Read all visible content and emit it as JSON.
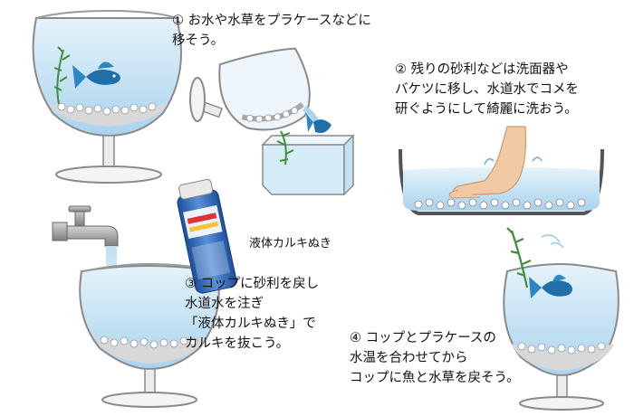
{
  "steps": [
    {
      "text": "① お水や水草をプラケースなどに\n移そう。"
    },
    {
      "text": "② 残りの砂利などは洗面器や\nバケツに移し、水道水でコメを\n研ぐようにして綺麗に洗おう。"
    },
    {
      "text": "③ コップに砂利を戻し\n水道水を注ぎ\n「液体カルキぬき」で\nカルキを抜こう。"
    },
    {
      "text": "④ コップとプラケースの\n水温を合わせてから\nコップに魚と水草を戻そう。"
    }
  ],
  "product_label": "液体カルキぬき",
  "colors": {
    "water": "#cfe6f5",
    "water_edge": "#6fa8d6",
    "fish": "#1f6fa8",
    "plant": "#3f8f3a",
    "glass": "#7a7a7a",
    "gravel": "#b9b9b9"
  }
}
